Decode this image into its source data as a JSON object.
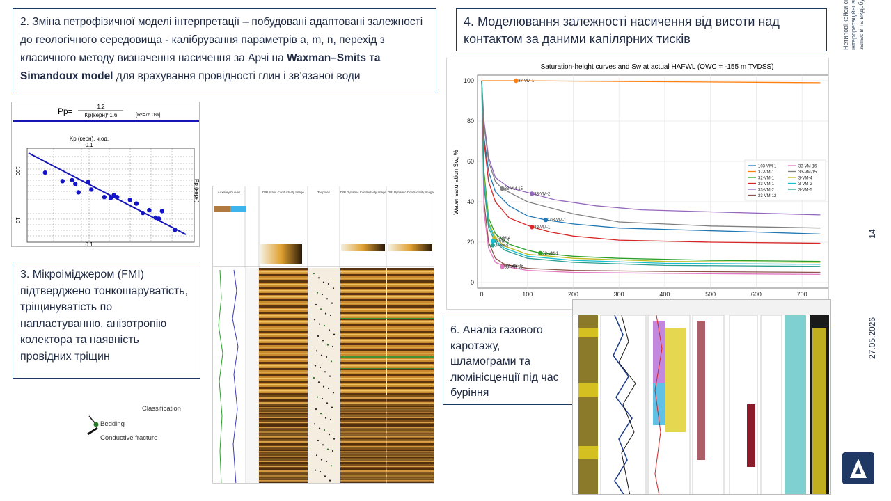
{
  "text_boxes": {
    "box2": {
      "part1": "2. Зміна петрофізичної моделі інтерпретації – побудовані адаптовані залежності до геологічного середовища - калібрування параметрів a, m, n, перехід з класичного методу визначення насичення за Арчі на ",
      "bold": "Waxman–Smits  та Simandoux model",
      "part2": " для врахування провідності глин і зв’язаної води"
    },
    "box4": "4. Моделювання залежності насичення від висоти над контактом за даними капілярних тисків",
    "box3": "3. Мікроіміджером (FMI) підтверджено тонкошаруватість, тріщинуватість по напластуванню, анізотропію колектора та наявність провідних тріщин",
    "box6": "6. Аналіз газового каротажу, шламограми та люмінісценції під час буріння"
  },
  "sidebar": {
    "title": "Нетипові кейси складнопобудованих колекторів : інтерпретаційні виклики та передумови для нарощення запасів та видобутку",
    "page_number": "14",
    "date": "27.05.2026"
  },
  "classification_legend": {
    "title": "Classification",
    "items": [
      "Bedding",
      "Conductive fracture"
    ]
  },
  "crossplot": {
    "formula_lhs": "Pp=",
    "numerator": "1.2",
    "denominator": "Kp(керн)^1.6",
    "r2": "[R²=76.0%]",
    "xlabel": "Kp (керн), ч.од.",
    "ylabel": "Pp (керн)",
    "x_top_tick": "0.1",
    "x_bottom_tick": "0.1",
    "y_ticks": [
      "100",
      "10"
    ],
    "points": [
      [
        0.058,
        0.26
      ],
      [
        0.085,
        0.35
      ],
      [
        0.1,
        0.34
      ],
      [
        0.105,
        0.38
      ],
      [
        0.11,
        0.47
      ],
      [
        0.13,
        0.44
      ],
      [
        0.15,
        0.52
      ],
      [
        0.16,
        0.53
      ],
      [
        0.165,
        0.5
      ],
      [
        0.17,
        0.52
      ],
      [
        0.19,
        0.55
      ],
      [
        0.2,
        0.59
      ],
      [
        0.22,
        0.66
      ],
      [
        0.21,
        0.69
      ],
      [
        0.23,
        0.74
      ],
      [
        0.235,
        0.75
      ],
      [
        0.24,
        0.67
      ],
      [
        0.26,
        0.87
      ],
      [
        0.125,
        0.36
      ]
    ]
  },
  "fmi_panel": {
    "headers": [
      "Auxiliary Curves",
      "DRI Static Conductivity Image",
      "Tadpoles",
      "DRI Dynamic Conductivity Image",
      "DRI Dynamic Conductivity Image"
    ]
  },
  "chart_data": {
    "type": "line",
    "title": "Saturation-height curves and Sw at actual HAFWL (OWC = -155 m TVDSS)",
    "xlabel": "",
    "ylabel": "Water saturation Sw, %",
    "xlim": [
      0,
      750
    ],
    "ylim": [
      0,
      100
    ],
    "x_ticks": [
      0,
      100,
      200,
      300,
      400,
      500,
      600,
      700
    ],
    "y_ticks": [
      0,
      20,
      40,
      60,
      80,
      100
    ],
    "grid": true,
    "legend_position": "center-right",
    "series": [
      {
        "name": "103-VM-1",
        "color": "#1f77b4",
        "x": [
          0,
          5,
          15,
          30,
          60,
          100,
          140,
          200,
          300,
          450,
          600,
          740
        ],
        "y": [
          100,
          72,
          55,
          45,
          38,
          33,
          31,
          29,
          27,
          26,
          25,
          24
        ]
      },
      {
        "name": "37-VM-1",
        "color": "#ff7f0e",
        "x": [
          0,
          75,
          200,
          400,
          600,
          740
        ],
        "y": [
          100,
          100,
          99.8,
          99.5,
          99.2,
          99
        ]
      },
      {
        "name": "32-VM-1",
        "color": "#2ca02c",
        "x": [
          0,
          5,
          15,
          30,
          60,
          100,
          130,
          200,
          300,
          500,
          740
        ],
        "y": [
          100,
          55,
          32,
          24,
          19,
          16,
          14.5,
          13,
          12,
          11,
          10.5
        ]
      },
      {
        "name": "33-VM-1",
        "color": "#d62728",
        "x": [
          0,
          5,
          15,
          30,
          60,
          110,
          150,
          200,
          300,
          500,
          740
        ],
        "y": [
          100,
          70,
          50,
          40,
          32,
          27.5,
          25,
          23,
          21,
          20,
          19.5
        ]
      },
      {
        "name": "33-VM-2",
        "color": "#9467bd",
        "x": [
          0,
          5,
          15,
          30,
          60,
          110,
          160,
          250,
          350,
          500,
          740
        ],
        "y": [
          100,
          80,
          62,
          52,
          47,
          44,
          41,
          38,
          36,
          35,
          33.5
        ]
      },
      {
        "name": "33-VM-12",
        "color": "#8c564b",
        "x": [
          0,
          5,
          15,
          30,
          50,
          100,
          200,
          400,
          740
        ],
        "y": [
          100,
          40,
          20,
          12,
          9,
          7,
          6,
          5.5,
          5
        ]
      },
      {
        "name": "33-VM-16",
        "color": "#e377c2",
        "x": [
          0,
          5,
          15,
          30,
          50,
          100,
          200,
          400,
          740
        ],
        "y": [
          100,
          35,
          17,
          10,
          8,
          6,
          5,
          4.5,
          4
        ]
      },
      {
        "name": "33-VM-15",
        "color": "#7f7f7f",
        "x": [
          0,
          5,
          15,
          30,
          45,
          100,
          200,
          300,
          500,
          740
        ],
        "y": [
          100,
          78,
          60,
          50,
          46.5,
          40,
          34,
          30,
          28,
          27
        ]
      },
      {
        "name": "3-VM-4",
        "color": "#bcbd22",
        "x": [
          0,
          5,
          15,
          30,
          50,
          100,
          200,
          400,
          740
        ],
        "y": [
          100,
          52,
          30,
          22,
          18,
          14,
          12,
          10.5,
          10
        ]
      },
      {
        "name": "3-VM-2",
        "color": "#17becf",
        "x": [
          0,
          5,
          15,
          30,
          50,
          100,
          200,
          400,
          740
        ],
        "y": [
          100,
          50,
          29,
          21,
          17,
          13,
          11,
          9.5,
          9
        ]
      },
      {
        "name": "3-VM-5",
        "color": "#2a9d8f",
        "x": [
          0,
          5,
          15,
          30,
          50,
          100,
          200,
          400,
          740
        ],
        "y": [
          100,
          48,
          27,
          20,
          16,
          12,
          10,
          8.5,
          8
        ]
      }
    ],
    "labeled_points": [
      {
        "label": "37-VM-1",
        "x": 75,
        "y": 100,
        "color": "#ff7f0e"
      },
      {
        "label": "33-VM-15",
        "x": 45,
        "y": 46.5,
        "color": "#7f7f7f"
      },
      {
        "label": "33-VM-2",
        "x": 110,
        "y": 44,
        "color": "#9467bd"
      },
      {
        "label": "103-VM-1",
        "x": 140,
        "y": 31,
        "color": "#1f77b4"
      },
      {
        "label": "33-VM-1",
        "x": 110,
        "y": 27.5,
        "color": "#d62728"
      },
      {
        "label": "3-VM-4",
        "x": 28,
        "y": 22,
        "color": "#bcbd22"
      },
      {
        "label": "3-VM-2",
        "x": 25,
        "y": 20.5,
        "color": "#17becf"
      },
      {
        "label": "3-VM-5",
        "x": 24,
        "y": 18.5,
        "color": "#2a9d8f"
      },
      {
        "label": "32-VM-1",
        "x": 128,
        "y": 14.5,
        "color": "#2ca02c"
      },
      {
        "label": "33-VM-12",
        "x": 47,
        "y": 8.5,
        "color": "#8c564b"
      },
      {
        "label": "33-VM-16",
        "x": 45,
        "y": 7.8,
        "color": "#e377c2"
      }
    ]
  }
}
